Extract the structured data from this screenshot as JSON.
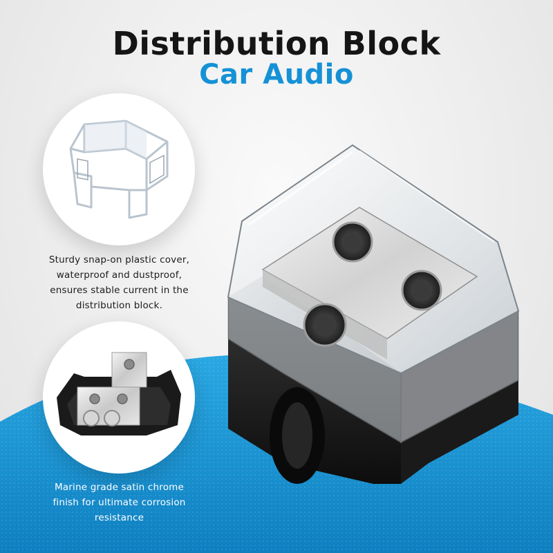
{
  "header": {
    "title": "Distribution Block",
    "subtitle": "Car Audio"
  },
  "features": [
    {
      "lines": [
        "Sturdy snap-on plastic cover,",
        "waterproof and dustproof,",
        "ensures stable current in the",
        "distribution block."
      ]
    },
    {
      "lines": [
        "Marine grade satin chrome",
        "finish for ultimate corrosion",
        "resistance"
      ]
    }
  ],
  "colors": {
    "title": "#151515",
    "accent": "#1591d6",
    "wave": "#1a9ad8"
  }
}
